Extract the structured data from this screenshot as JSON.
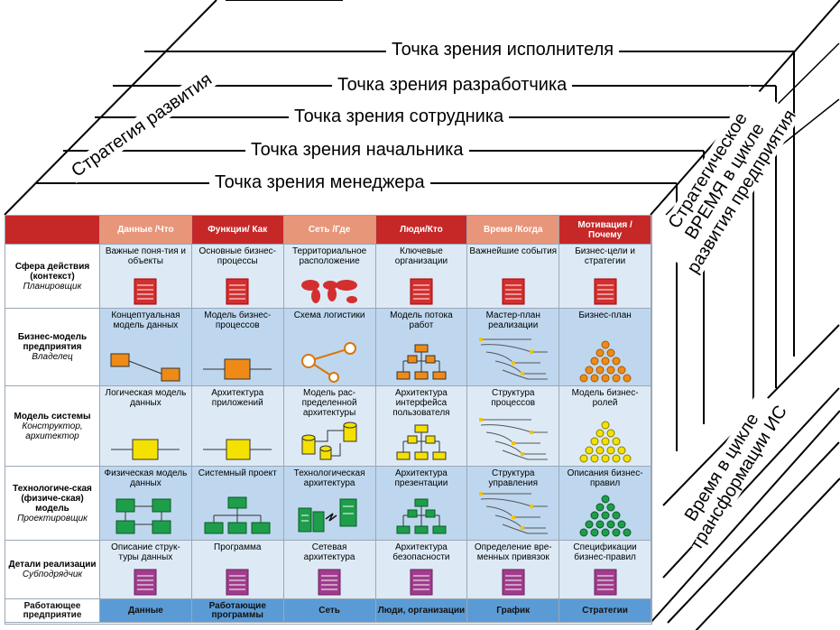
{
  "axes": {
    "perspectives": [
      "Точка зрения исполнителя",
      "Точка зрения разработчика",
      "Точка зрения сотрудника",
      "Точка зрения начальника",
      "Точка зрения менеджера"
    ],
    "strategy": "Стратегия развития",
    "strategic_time_lines": [
      "Стратегическое",
      "ВРЕМЯ в цикле",
      "развития предприятия"
    ],
    "transformation_time_lines": [
      "Время в цикле",
      "трансформации ИС"
    ]
  },
  "columns": [
    {
      "label": "Данные /Что",
      "color": "#e8967a"
    },
    {
      "label": "Функции/ Как",
      "color": "#c62828"
    },
    {
      "label": "Сеть /Где",
      "color": "#e8967a"
    },
    {
      "label": "Люди/Кто",
      "color": "#c62828"
    },
    {
      "label": "Время /Когда",
      "color": "#e8967a"
    },
    {
      "label": "Мотивация / Почему",
      "color": "#c62828"
    }
  ],
  "rows": [
    {
      "title": "Сфера действия (контекст)",
      "subtitle": "Планировщик",
      "bg": "#ddeaf6",
      "cells": [
        "Важные поня-тия и объекты",
        "Основные бизнес-процессы",
        "Территориальное расположение",
        "Ключевые организации",
        "Важнейшие события",
        "Бизнес-цели и стратегии"
      ],
      "icons": [
        "doc-red-icon",
        "doc-red-icon",
        "world-map-icon",
        "doc-red-icon",
        "doc-red-icon",
        "doc-red-icon"
      ]
    },
    {
      "title": "Бизнес-модель предприятия",
      "subtitle": "Владелец",
      "bg": "#bed7ee",
      "cells": [
        "Концептуальная модель данных",
        "Модель бизнес-процессов",
        "Схема логистики",
        "Модель потока работ",
        "Мастер-план реализации",
        "Бизнес-план"
      ],
      "icons": [
        "orange-entities-icon",
        "orange-process-icon",
        "logistics-circles-icon",
        "orange-tree-icon",
        "schedule-lines-icon",
        "orange-pyramid-icon"
      ]
    },
    {
      "title": "Модель системы",
      "subtitle": "Конструктор, архитектор",
      "bg": "#ddeaf6",
      "cells": [
        "Логическая модель данных",
        "Архитектура приложений",
        "Модель рас-пределенной архитектуры",
        "Архитектура интерфейса пользователя",
        "Структура процессов",
        "Модель бизнес-ролей"
      ],
      "icons": [
        "yellow-entity-icon",
        "yellow-process-icon",
        "yellow-cylinders-icon",
        "yellow-tree-icon",
        "schedule-lines-icon",
        "yellow-pyramid-icon"
      ]
    },
    {
      "title": "Технологиче-ская (физиче-ская) модель",
      "subtitle": "Проектировщик",
      "bg": "#bed7ee",
      "cells": [
        "Физическая модель данных",
        "Системный проект",
        "Технологическая архитектура",
        "Архитектура презентации",
        "Структура управления",
        "Описания бизнес-правил"
      ],
      "icons": [
        "green-blocks-icon",
        "green-tree-icon",
        "green-servers-icon",
        "green-tree-small-icon",
        "schedule-lines-icon",
        "green-pyramid-icon"
      ]
    },
    {
      "title": "Детали реализации",
      "subtitle": "Субподрядчик",
      "bg": "#ddeaf6",
      "cells": [
        "Описание струк-туры данных",
        "Программа",
        "Сетевая архитектура",
        "Архитектура безопасности",
        "Определение вре-менных привязок",
        "Спецификации бизнес-правил"
      ],
      "icons": [
        "doc-purple-icon",
        "doc-purple-icon",
        "doc-purple-icon",
        "doc-purple-icon",
        "doc-purple-icon",
        "doc-purple-icon"
      ]
    }
  ],
  "footer": {
    "first": "Работающее предприятие",
    "cells": [
      "Данные",
      "Работающие программы",
      "Сеть",
      "Люди, организации",
      "График",
      "Стратегии"
    ]
  }
}
